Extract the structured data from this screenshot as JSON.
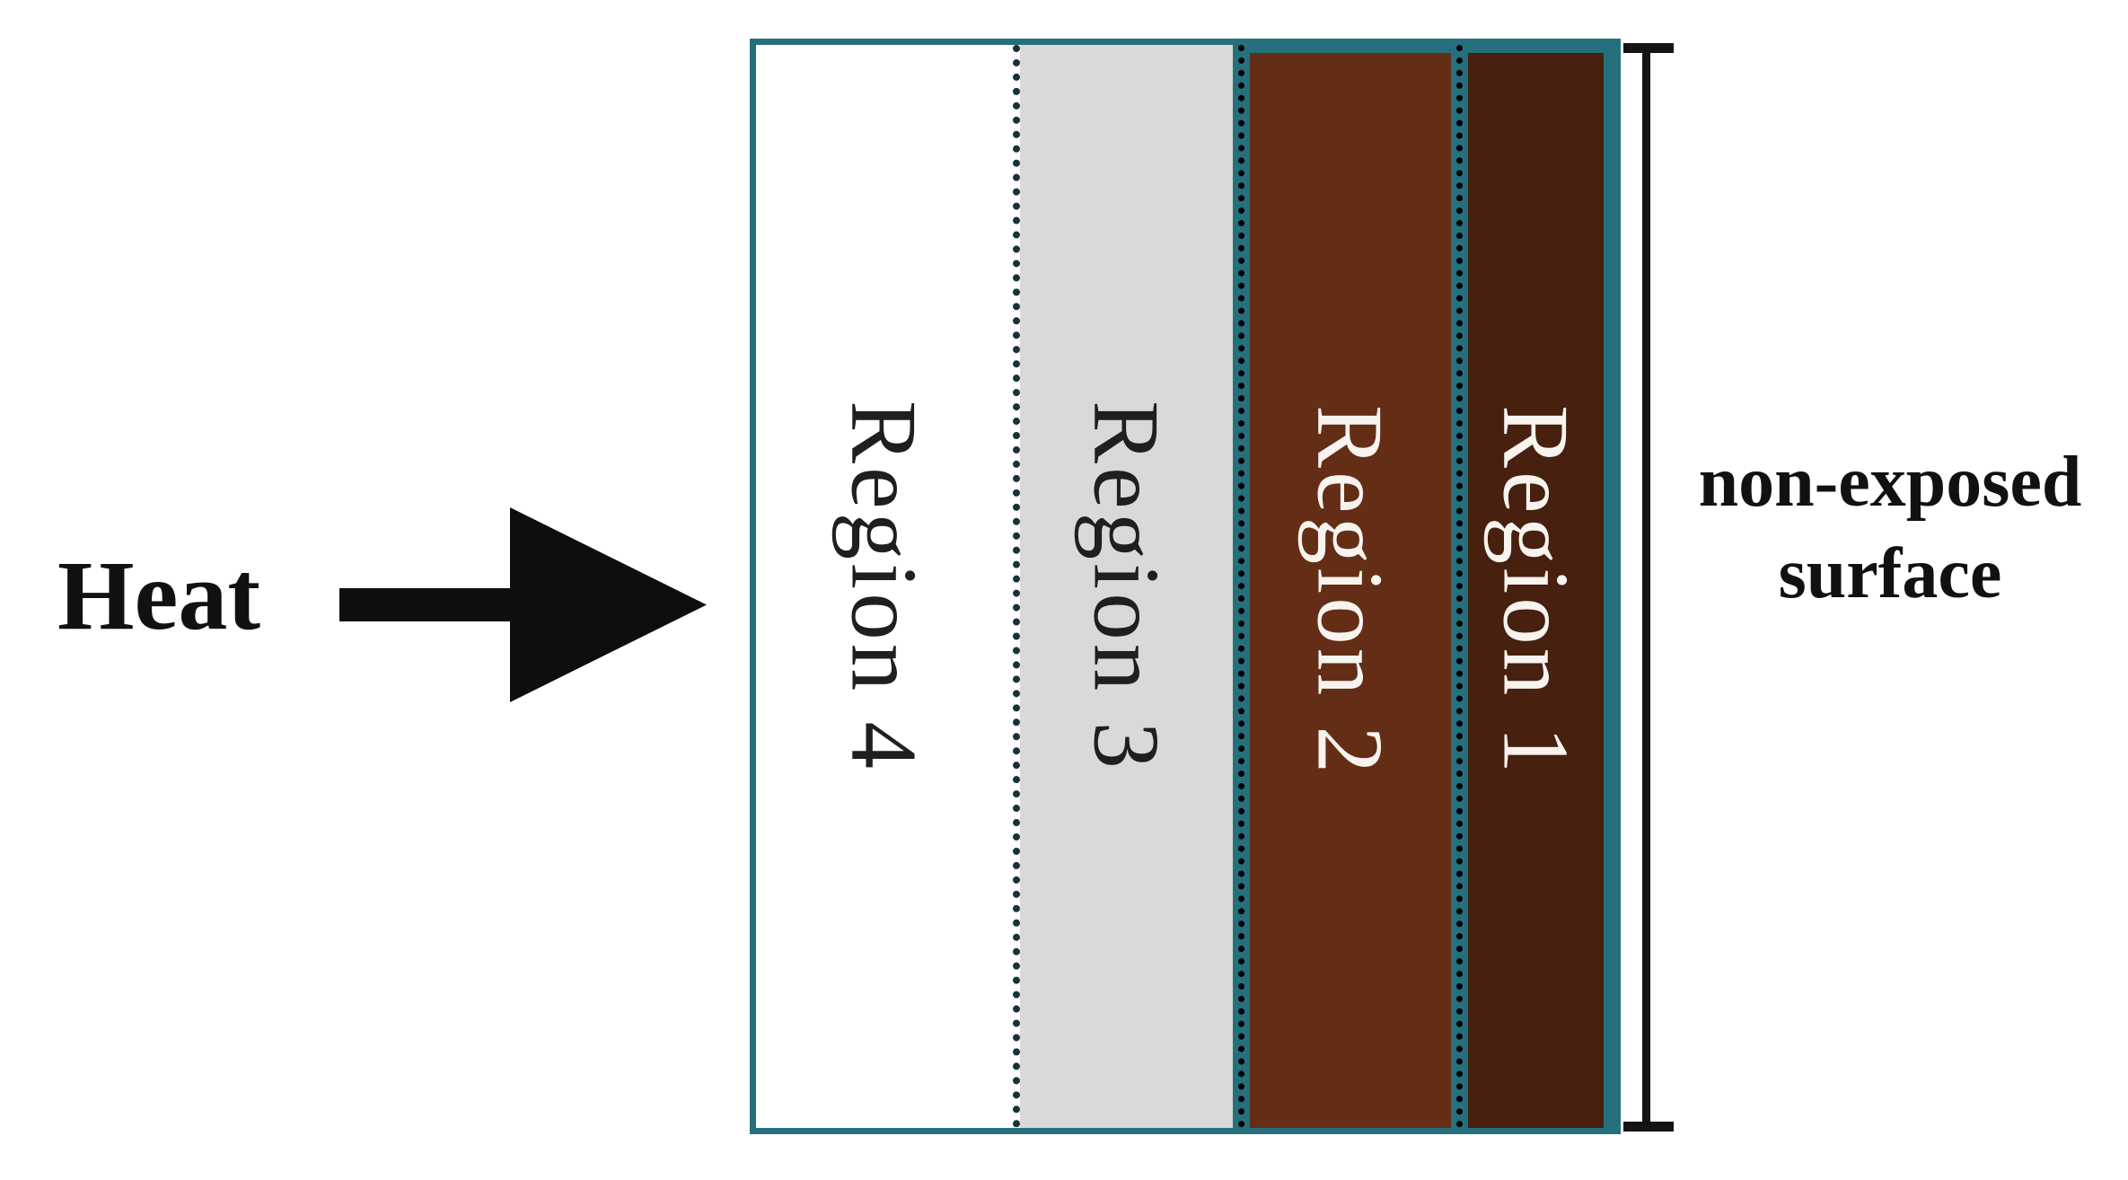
{
  "diagram": {
    "heat_label": "Heat",
    "regions": [
      {
        "label": "Region 4",
        "fill": "#ffffff",
        "text_color": "#1f1f1f"
      },
      {
        "label": "Region 3",
        "fill": "#d9d9d9",
        "text_color": "#1f1f1f"
      },
      {
        "label": "Region 2",
        "fill": "#642e16",
        "text_color": "#f7f3ef"
      },
      {
        "label": "Region 1",
        "fill": "#47200f",
        "text_color": "#f7f3ef"
      }
    ],
    "annotation": {
      "line1": "non-exposed",
      "line2": "surface"
    },
    "colors": {
      "box_border_teal": "#26707e",
      "divider_dots_dark": "#17333a",
      "divider_dots_light": "#d6e9ec",
      "arrow_black": "#0e0e0e",
      "bracket_black": "#141414"
    }
  }
}
